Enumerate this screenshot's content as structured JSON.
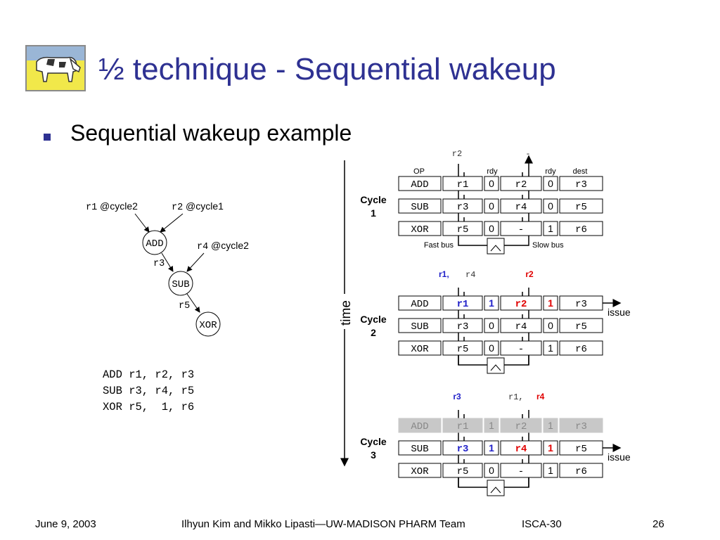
{
  "slide": {
    "title": "½ technique - Sequential wakeup",
    "bullet": "Sequential wakeup example"
  },
  "dependency_graph": {
    "label_r1": "r1",
    "label_r1_cycle": "@cycle2",
    "label_r2": "r2",
    "label_r2_cycle": "@cycle1",
    "label_r4": "r4",
    "label_r4_cycle": "@cycle2",
    "node_add": "ADD",
    "node_sub": "SUB",
    "node_xor": "XOR",
    "edge_r3": "r3",
    "edge_r5": "r5"
  },
  "code": [
    "ADD r1, r2, r3",
    "SUB r3, r4, r5",
    "XOR r5,  1, r6"
  ],
  "diagram": {
    "time_label": "time",
    "col_headers": {
      "op": "OP",
      "rdy1": "rdy",
      "rdy2": "rdy",
      "dest": "dest"
    },
    "fast_bus": "Fast bus",
    "slow_bus": "Slow bus",
    "issue": "issue",
    "cycles": [
      {
        "label_line1": "Cycle",
        "label_line2": "1",
        "bus_left": "r2",
        "bus_left2": "",
        "bus_right": "-",
        "bus_right2": "",
        "rows": [
          {
            "op": "ADD",
            "src1": "r1",
            "rdy1": "0",
            "src2": "r2",
            "rdy2": "0",
            "dest": "r3"
          },
          {
            "op": "SUB",
            "src1": "r3",
            "rdy1": "0",
            "src2": "r4",
            "rdy2": "0",
            "dest": "r5"
          },
          {
            "op": "XOR",
            "src1": "r5",
            "rdy1": "0",
            "src2": "-",
            "rdy2": "1",
            "dest": "r6"
          }
        ]
      },
      {
        "label_line1": "Cycle",
        "label_line2": "2",
        "bus_left": "r1,",
        "bus_left2": "r4",
        "bus_right": "r2",
        "bus_right2": "",
        "rows": [
          {
            "op": "ADD",
            "src1": "r1",
            "rdy1": "1",
            "src2": "r2",
            "rdy2": "1",
            "dest": "r3"
          },
          {
            "op": "SUB",
            "src1": "r3",
            "rdy1": "0",
            "src2": "r4",
            "rdy2": "0",
            "dest": "r5"
          },
          {
            "op": "XOR",
            "src1": "r5",
            "rdy1": "0",
            "src2": "-",
            "rdy2": "1",
            "dest": "r6"
          }
        ]
      },
      {
        "label_line1": "Cycle",
        "label_line2": "3",
        "bus_left": "r3",
        "bus_left2": "",
        "bus_right": "r1,",
        "bus_right2": "r4",
        "rows": [
          {
            "op": "ADD",
            "src1": "r1",
            "rdy1": "1",
            "src2": "r2",
            "rdy2": "1",
            "dest": "r3"
          },
          {
            "op": "SUB",
            "src1": "r3",
            "rdy1": "1",
            "src2": "r4",
            "rdy2": "1",
            "dest": "r5"
          },
          {
            "op": "XOR",
            "src1": "r5",
            "rdy1": "0",
            "src2": "-",
            "rdy2": "1",
            "dest": "r6"
          }
        ]
      }
    ]
  },
  "footer": {
    "date": "June 9, 2003",
    "authors": "Ilhyun Kim and Mikko Lipasti—UW-MADISON PHARM Team",
    "conference": "ISCA-30",
    "page": "26"
  },
  "colors": {
    "title": "#2e3192",
    "blue": "#1f1fc8",
    "red": "#e00000",
    "greyed": "#c8c8c8"
  }
}
